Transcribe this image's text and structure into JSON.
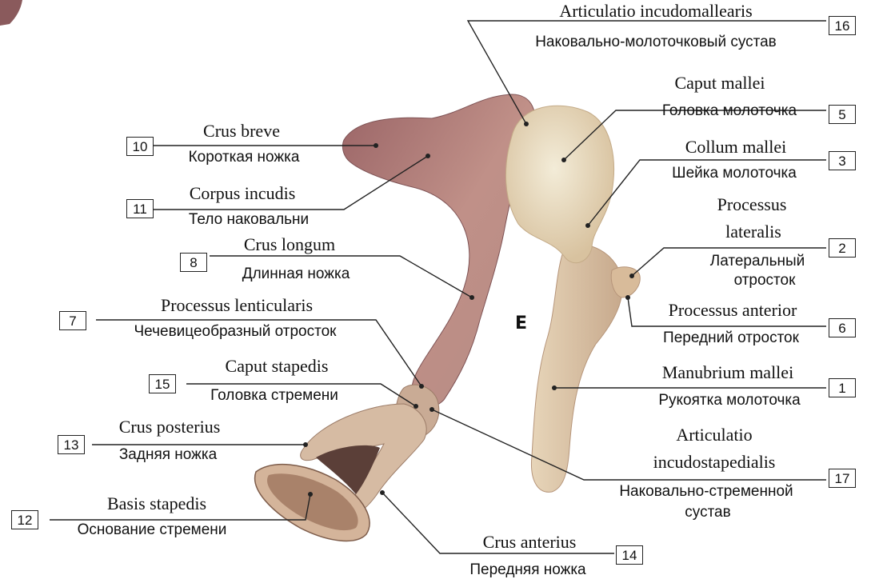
{
  "labels": {
    "l16": {
      "num": "16",
      "latin": "Articulatio incudomallearis",
      "russian": "Наковально-молоточковый сустав"
    },
    "l5": {
      "num": "5",
      "latin": "Caput mallei",
      "russian": "Головка молоточка"
    },
    "l3": {
      "num": "3",
      "latin": "Collum mallei",
      "russian": "Шейка молоточка"
    },
    "l2": {
      "num": "2",
      "latin_line1": "Processus",
      "latin_line2": "lateralis",
      "russian_line1": "Латеральный",
      "russian_line2": "отросток"
    },
    "l6": {
      "num": "6",
      "latin": "Processus anterior",
      "russian": "Передний отросток"
    },
    "l1": {
      "num": "1",
      "latin": "Manubrium mallei",
      "russian": "Рукоятка молоточка"
    },
    "l17": {
      "num": "17",
      "latin_line1": "Articulatio",
      "latin_line2": "incudostapedialis",
      "russian_line1": "Наковально-стременной",
      "russian_line2": "сустав"
    },
    "l14": {
      "num": "14",
      "latin": "Crus anterius",
      "russian": "Передняя ножка"
    },
    "l10": {
      "num": "10",
      "latin": "Crus breve",
      "russian": "Короткая ножка"
    },
    "l11": {
      "num": "11",
      "latin": "Corpus incudis",
      "russian": "Тело наковальни"
    },
    "l8": {
      "num": "8",
      "latin": "Crus longum",
      "russian": "Длинная ножка"
    },
    "l7": {
      "num": "7",
      "latin": "Processus lenticularis",
      "russian": "Чечевицеобразный отросток"
    },
    "l15": {
      "num": "15",
      "latin": "Caput stapedis",
      "russian": "Головка стремени"
    },
    "l13": {
      "num": "13",
      "latin": "Crus posterius",
      "russian": "Задняя ножка"
    },
    "l12": {
      "num": "12",
      "latin": "Basis stapedis",
      "russian": "Основание стремени"
    }
  },
  "center_letter": "E",
  "colors": {
    "incus": "#b07d7b",
    "incus_dark": "#8a5a5c",
    "malleus": "#dcc3a3",
    "malleus_head": "#ede2c9",
    "stapes": "#d2b49a",
    "line": "#222222"
  }
}
